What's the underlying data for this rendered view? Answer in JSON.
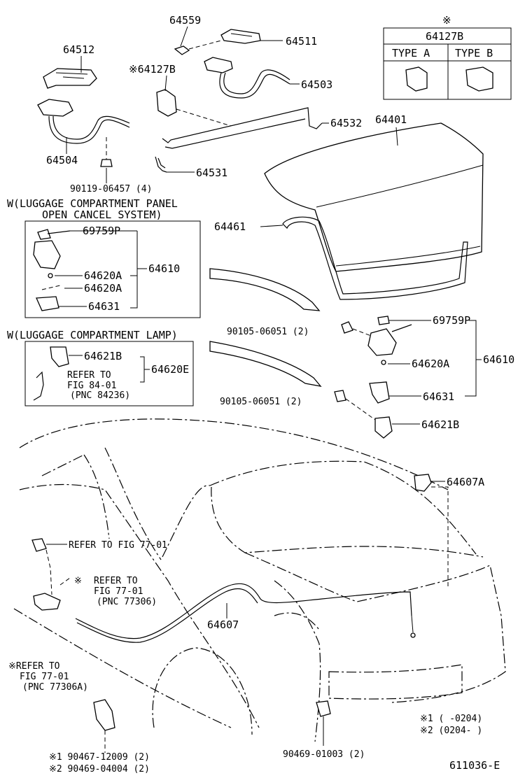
{
  "tl_labels": {
    "p64559": "64559",
    "p64511": "64511",
    "p64512": "64512",
    "p64127b_ref": "※64127B",
    "p64503": "64503",
    "p64532": "64532",
    "p64401": "64401",
    "p64504": "64504",
    "p64531": "64531",
    "bolt_90119": "90119-06457 (4)"
  },
  "legend_table": {
    "mark": "※",
    "part": "64127B",
    "type_a": "TYPE A",
    "type_b": "TYPE B"
  },
  "box_cancel": {
    "heading_1": "W(LUGGAGE COMPARTMENT PANEL",
    "heading_2": "OPEN CANCEL SYSTEM)",
    "p69759p": "69759P",
    "p64620a_1": "64620A",
    "p64620a_2": "64620A",
    "p64631": "64631",
    "p64610": "64610"
  },
  "p64461": "64461",
  "box_lamp": {
    "heading": "W(LUGGAGE COMPARTMENT LAMP)",
    "p64621b": "64621B",
    "refer_1": "REFER TO",
    "refer_2": "FIG 84-01",
    "refer_3": "(PNC 84236)",
    "p64620e": "64620E"
  },
  "right_group": {
    "bolt_top": "90105-06051 (2)",
    "p69759p": "69759P",
    "p64610": "64610",
    "p64620a": "64620A",
    "bolt_bottom": "90105-06051 (2)",
    "p64631": "64631",
    "p64621b": "64621B"
  },
  "car": {
    "p64607a": "64607A",
    "refer_fig_77": "REFER TO FIG 77-01",
    "mid_refer_1": "REFER TO",
    "mid_refer_2": "FIG 77-01",
    "mid_refer_3": "(PNC 77306)",
    "mid_refer_mark": "※",
    "p64607": "64607",
    "left_refer_1": "※REFER TO",
    "left_refer_2": "FIG 77-01",
    "left_refer_3": "(PNC 77306A)",
    "clip_90469": "90469-01003 (2)"
  },
  "footnotes": {
    "note_1": "※1 (       -0204)",
    "note_2": "※2 (0204-       )",
    "bolt_1": "※1 90467-12009 (2)",
    "bolt_2": "※2 90469-04004 (2)",
    "illustration_id": "611036-E"
  }
}
